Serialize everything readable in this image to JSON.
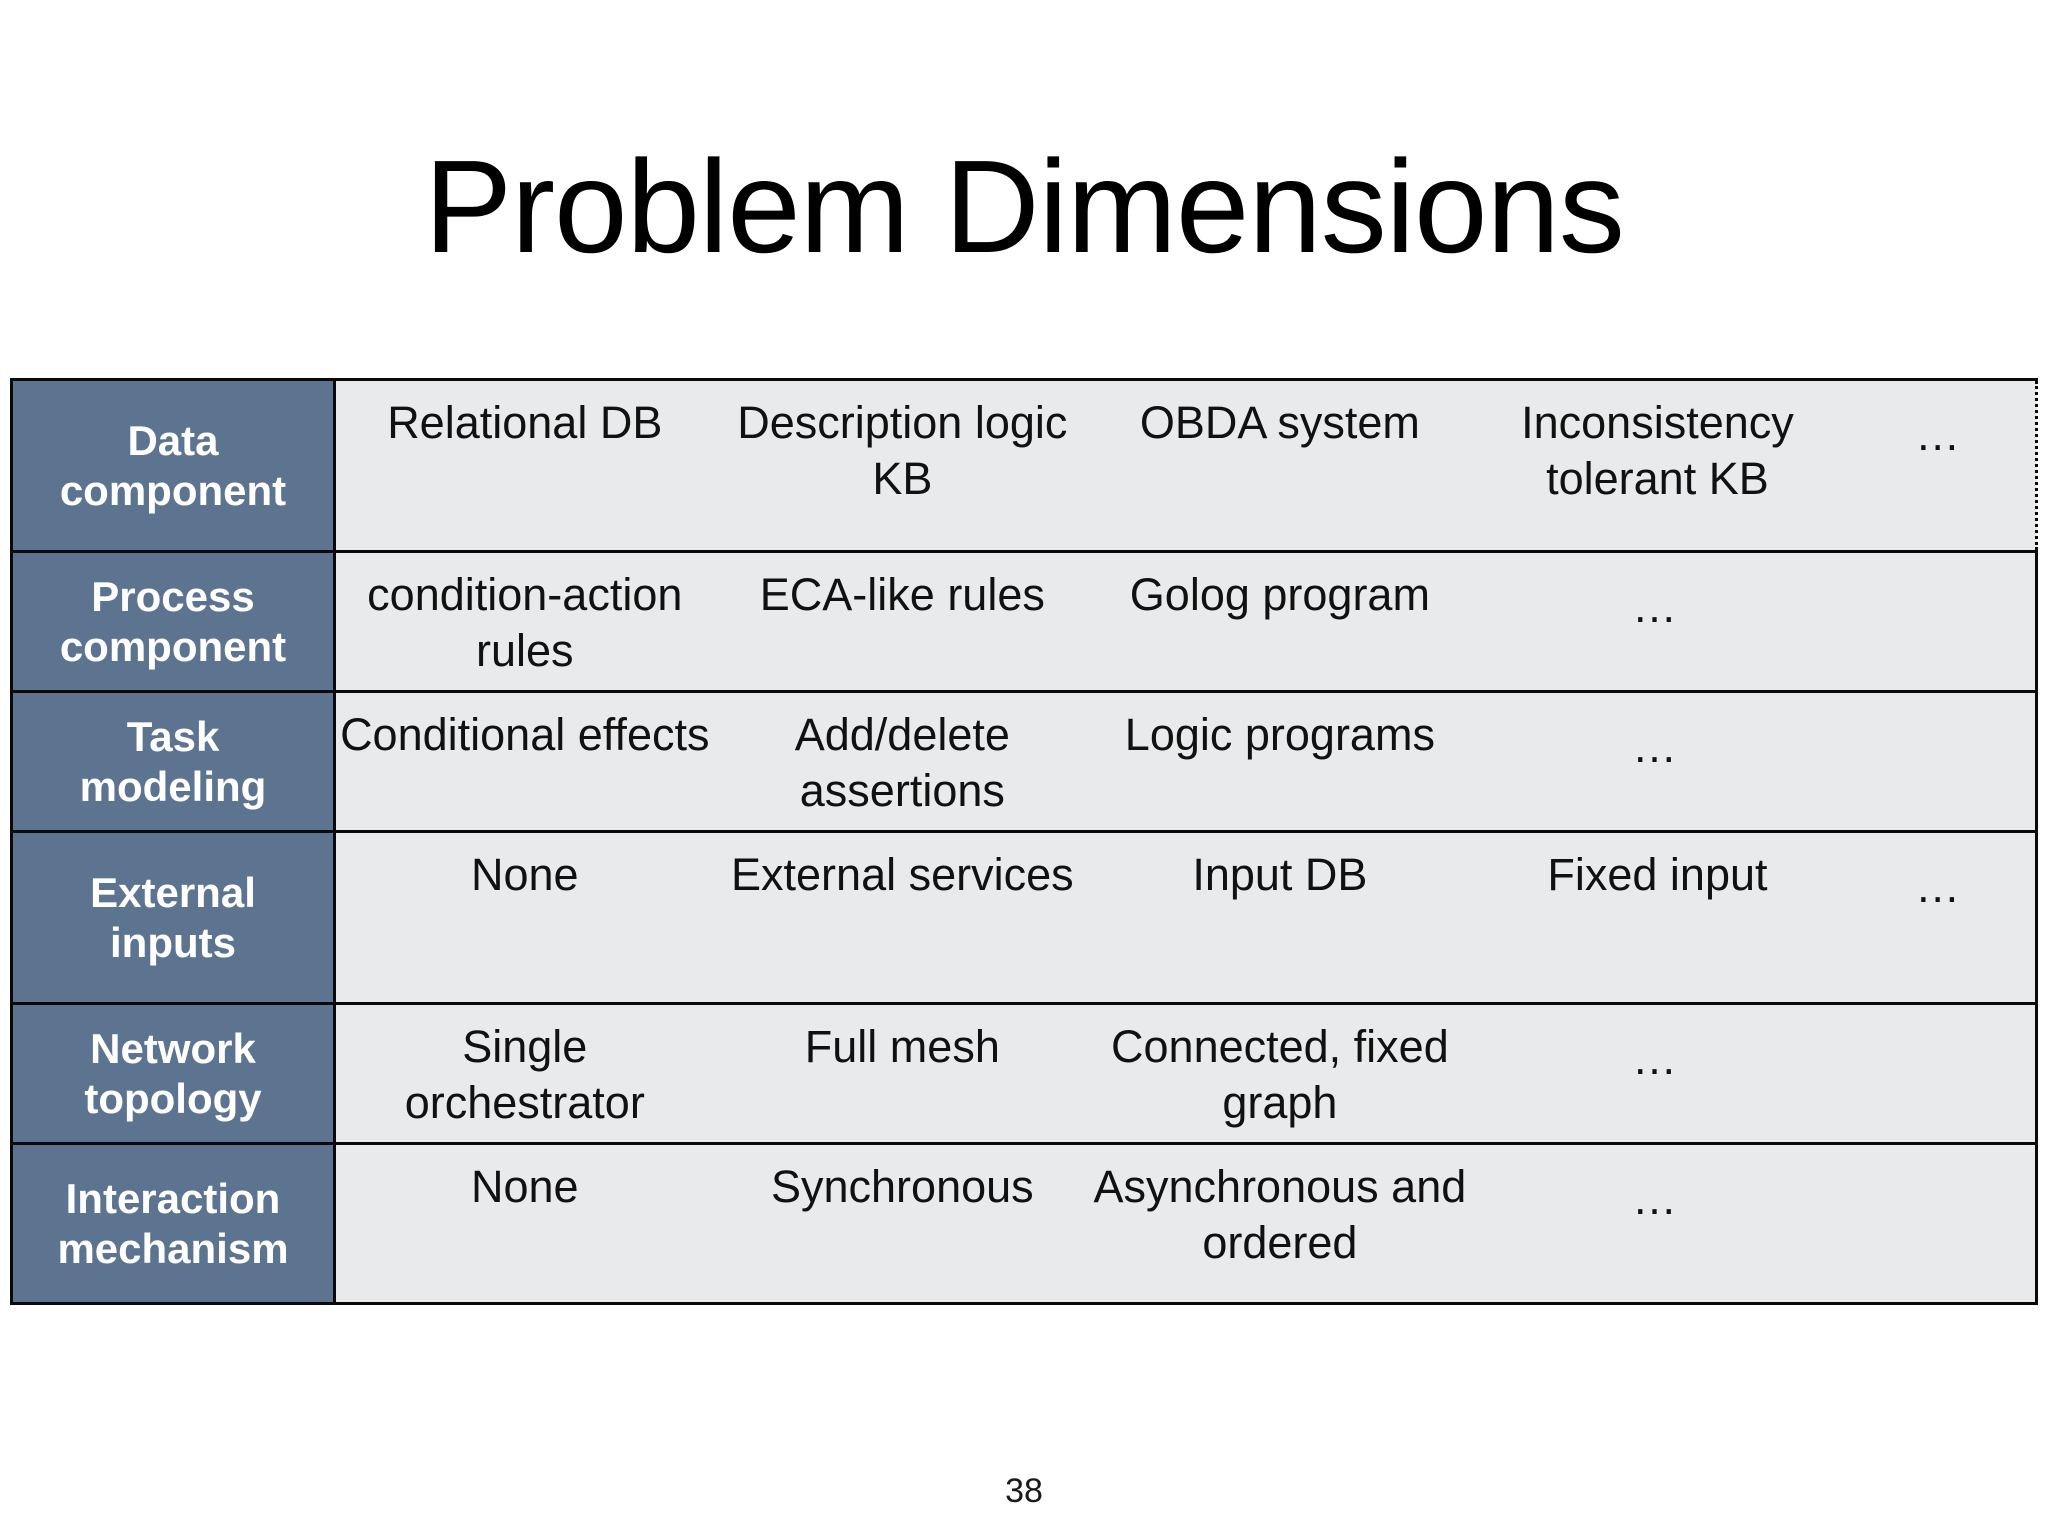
{
  "slide": {
    "title": "Problem Dimensions",
    "page_number": "38",
    "colors": {
      "header_cell_bg": "#5d7491",
      "header_cell_text": "#ffffff",
      "body_cell_bg": "#e9eaec",
      "body_cell_text": "#111111",
      "border": "#0a0a0a",
      "slide_bg": "#ffffff"
    }
  },
  "table": {
    "ellipsis_glyph": "…",
    "rows": [
      {
        "header": "Data component",
        "header_line1": "Data",
        "header_line2": "component",
        "items": [
          "Relational DB",
          "Description logic KB",
          "OBDA system",
          "Inconsistency tolerant KB"
        ],
        "trailing_ellipsis": "…",
        "extended": true
      },
      {
        "header": "Process component",
        "header_line1": "Process",
        "header_line2": "component",
        "items": [
          "condition-action rules",
          "ECA-like rules",
          "Golog program"
        ],
        "trailing_ellipsis": "…",
        "extended": false
      },
      {
        "header": "Task modeling",
        "header_line1": "Task",
        "header_line2": "modeling",
        "items": [
          "Conditional effects",
          "Add/delete assertions",
          "Logic programs"
        ],
        "trailing_ellipsis": "…",
        "extended": false
      },
      {
        "header": "External inputs",
        "header_line1": "External",
        "header_line2": "inputs",
        "items": [
          "None",
          "External services",
          "Input DB",
          "Fixed input"
        ],
        "trailing_ellipsis": "…",
        "extended": false
      },
      {
        "header": "Network topology",
        "header_line1": "Network",
        "header_line2": "topology",
        "items": [
          "Single orchestrator",
          "Full mesh",
          "Connected, fixed graph"
        ],
        "trailing_ellipsis": "…",
        "extended": false
      },
      {
        "header": "Interaction mechanism",
        "header_line1": "Interaction",
        "header_line2": "mechanism",
        "items": [
          "None",
          "Synchronous",
          "Asynchronous and ordered"
        ],
        "trailing_ellipsis": "…",
        "extended": false
      }
    ]
  }
}
